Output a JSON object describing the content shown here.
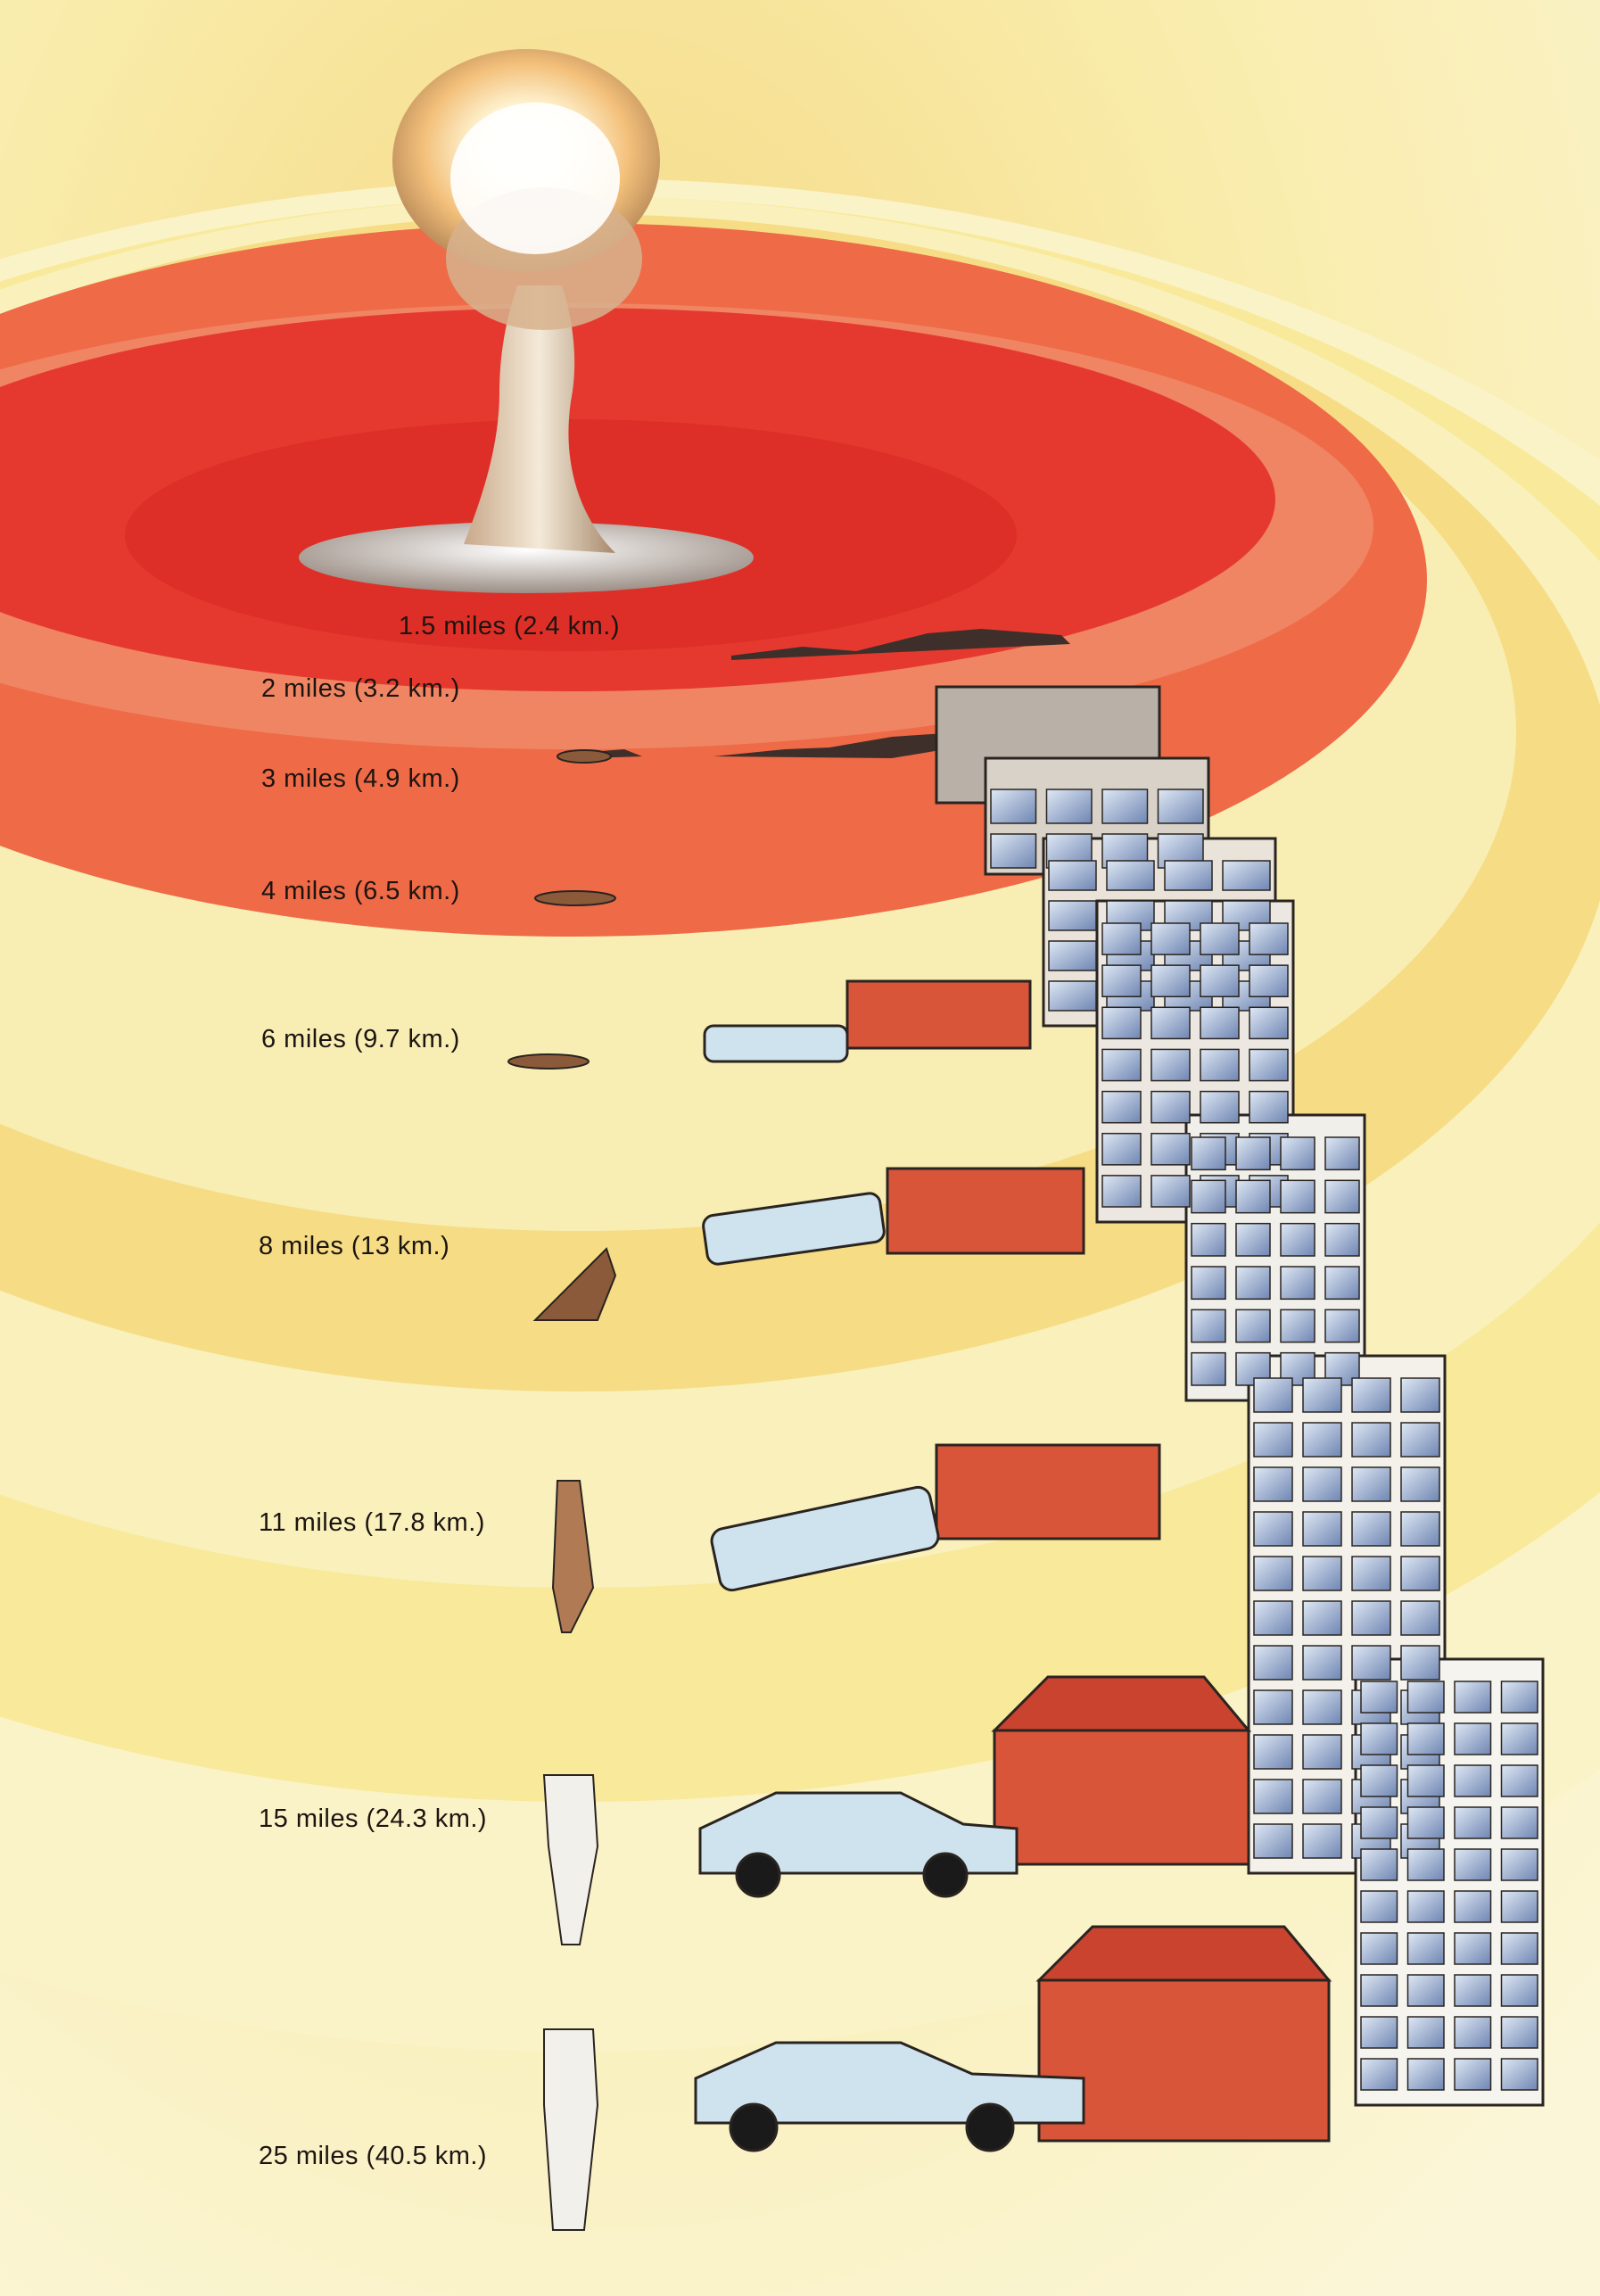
{
  "distances": [
    {
      "label": "1.5 miles (2.4 km.)"
    },
    {
      "label": "2 miles (3.2 km.)"
    },
    {
      "label": "3 miles (4.9 km.)"
    },
    {
      "label": "4 miles (6.5 km.)"
    },
    {
      "label": "6 miles (9.7 km.)"
    },
    {
      "label": "8 miles (13 km.)"
    },
    {
      "label": "11 miles (17.8 km.)"
    },
    {
      "label": "15 miles (24.3 km.)"
    },
    {
      "label": "25 miles (40.5 km.)"
    }
  ],
  "colors": {
    "inner_zone": "#e5392f",
    "outer_zone": "#ef6a47",
    "pale_ring": "#f7e88f",
    "background": "#f7f0c2",
    "brick": "#d9553a",
    "car": "#cfe3ef",
    "tower_wall": "#f3f1ea",
    "window": "#8fa6c9",
    "cloud": "#ffd58a"
  }
}
